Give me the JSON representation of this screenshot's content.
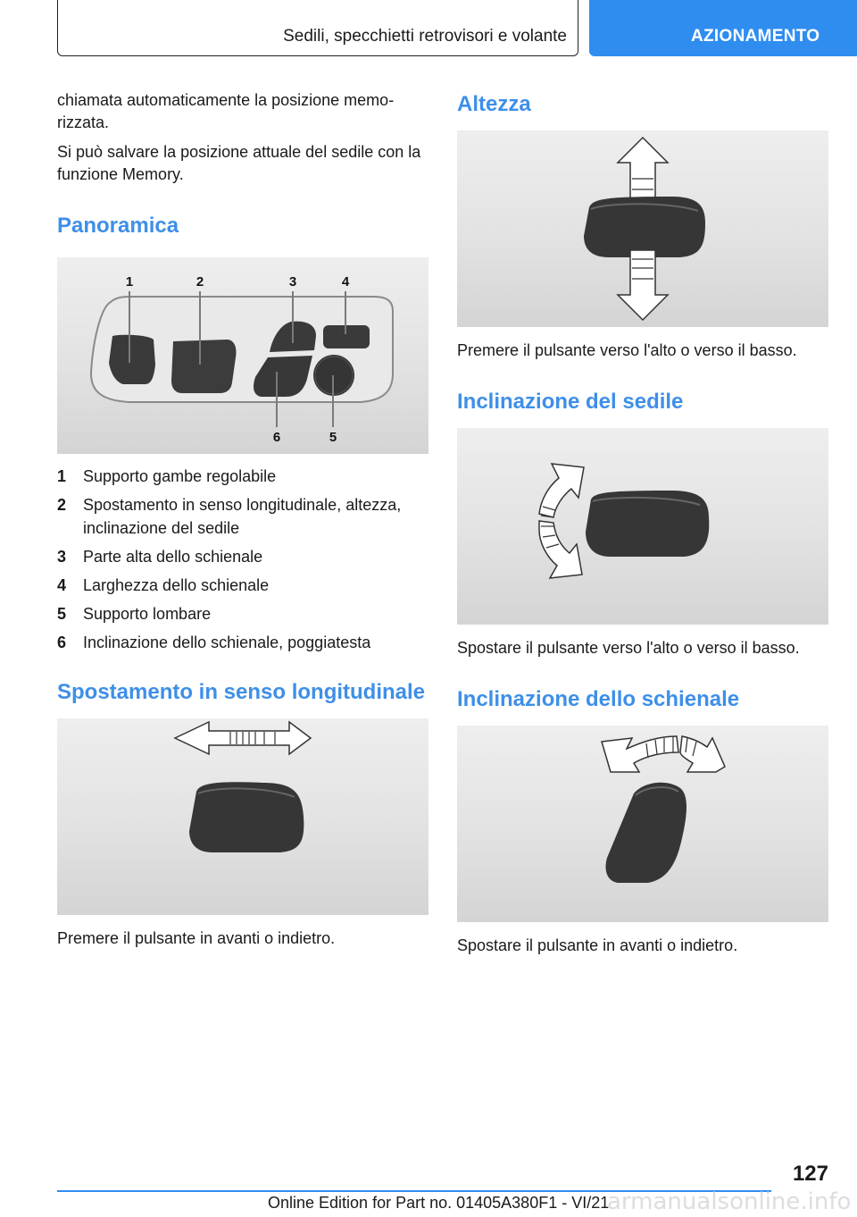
{
  "header": {
    "section_title": "Sedili, specchietti retrovisori e volante",
    "chapter_tab": "AZIONAMENTO"
  },
  "left_column": {
    "intro_lines": [
      "chiamata automaticamente la posizione memo-rizzata.",
      "Si può salvare la posizione attuale del sedile con la funzione Memory."
    ],
    "overview_heading": "Panoramica",
    "overview_callouts": [
      "1",
      "2",
      "3",
      "4",
      "5",
      "6"
    ],
    "legend": [
      {
        "num": "1",
        "text": "Supporto gambe regolabile"
      },
      {
        "num": "2",
        "text": "Spostamento in senso longitudinale, altezza, inclinazione del sedile"
      },
      {
        "num": "3",
        "text": "Parte alta dello schienale"
      },
      {
        "num": "4",
        "text": "Larghezza dello schienale"
      },
      {
        "num": "5",
        "text": "Supporto lombare"
      },
      {
        "num": "6",
        "text": "Inclinazione dello schienale, poggiatesta"
      }
    ],
    "longitudinal_heading": "Spostamento in senso longitudinale",
    "longitudinal_caption": "Premere il pulsante in avanti o indietro."
  },
  "right_column": {
    "height_heading": "Altezza",
    "height_caption": "Premere il pulsante verso l'alto o verso il basso.",
    "seat_tilt_heading": "Inclinazione del sedile",
    "seat_tilt_caption": "Spostare il pulsante verso l'alto o verso il basso.",
    "backrest_tilt_heading": "Inclinazione dello schienale",
    "backrest_tilt_caption": "Spostare il pulsante in avanti o indietro."
  },
  "footer": {
    "page_number": "127",
    "edition_text": "Online Edition for Part no. 01405A380F1 - VI/21",
    "watermark": "armanualsonline.info"
  }
}
